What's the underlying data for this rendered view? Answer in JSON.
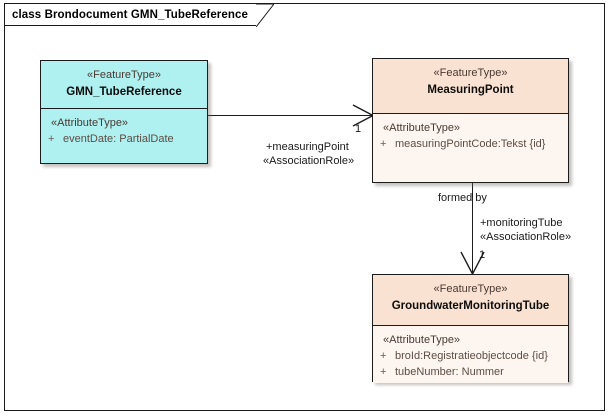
{
  "diagram": {
    "title": "class Brondocument GMN_TubeReference",
    "colors": {
      "feature_type_source": "#aff0f0",
      "feature_type_external": "#fae2d2",
      "border": "#1c1c1c",
      "attribute_text": "#5d4d44"
    }
  },
  "classes": [
    {
      "id": "gmn-tube-reference",
      "stereotype": "«FeatureType»",
      "name": "GMN_TubeReference",
      "compartment_stereotype": "«AttributeType»",
      "attributes": [
        {
          "visibility": "+",
          "signature": "eventDate: PartialDate"
        }
      ]
    },
    {
      "id": "measuring-point",
      "stereotype": "«FeatureType»",
      "name": "MeasuringPoint",
      "compartment_stereotype": "«AttributeType»",
      "attributes": [
        {
          "visibility": "+",
          "signature": "measuringPointCode:Tekst {id}"
        }
      ]
    },
    {
      "id": "groundwater-monitoring-tube",
      "stereotype": "«FeatureType»",
      "name": "GroundwaterMonitoringTube",
      "compartment_stereotype": "«AttributeType»",
      "attributes": [
        {
          "visibility": "+",
          "signature": "broId:Registratieobjectcode {id}"
        },
        {
          "visibility": "+",
          "signature": "tubeNumber: Nummer"
        }
      ]
    }
  ],
  "associations": [
    {
      "id": "measuring-point-association",
      "source": "GMN_TubeReference",
      "target": "MeasuringPoint",
      "name": "",
      "role": "+measuringPoint",
      "role_stereotype": "«AssociationRole»",
      "multiplicity": "1"
    },
    {
      "id": "monitoring-tube-association",
      "source": "MeasuringPoint",
      "target": "GroundwaterMonitoringTube",
      "name": "formed by",
      "role": "+monitoringTube",
      "role_stereotype": "«AssociationRole»",
      "multiplicity": "1"
    }
  ]
}
